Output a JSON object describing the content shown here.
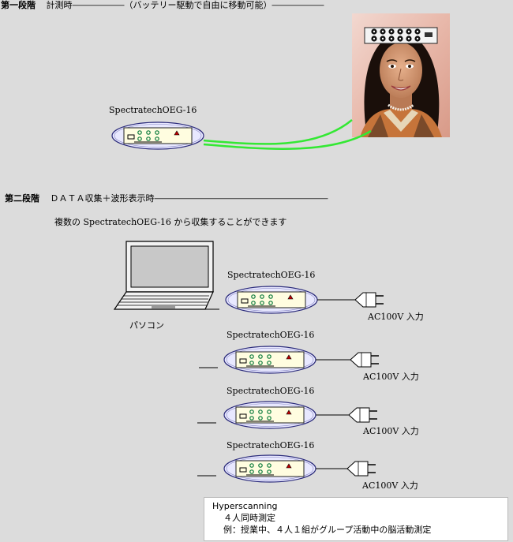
{
  "stage1": {
    "label": "第一段階",
    "description": "計測時――――――（バッテリー駆動で自由に移動可能）――――――",
    "device_label": "SpectratechOEG-16"
  },
  "stage2": {
    "label": "第二段階",
    "description": "ＤＡＴＡ収集＋波形表示時――――――――――――――――――――",
    "subtitle": "複数の SpectratechOEG-16 から収集することができます",
    "pc_label": "パソコン",
    "devices": [
      {
        "label": "SpectratechOEG-16",
        "power": "AC100V 入力"
      },
      {
        "label": "SpectratechOEG-16",
        "power": "AC100V 入力"
      },
      {
        "label": "SpectratechOEG-16",
        "power": "AC100V 入力"
      },
      {
        "label": "SpectratechOEG-16",
        "power": "AC100V 入力"
      }
    ]
  },
  "note": {
    "line1": "Hyperscanning",
    "line2": "４人同時測定",
    "line3": "例：授業中、４人１組がグループ活動中の脳活動測定"
  },
  "colors": {
    "background": "#dcdcdc",
    "cable_green": "#33e833",
    "device_fill": "#e8e8ff",
    "device_panel": "#fffde0"
  }
}
